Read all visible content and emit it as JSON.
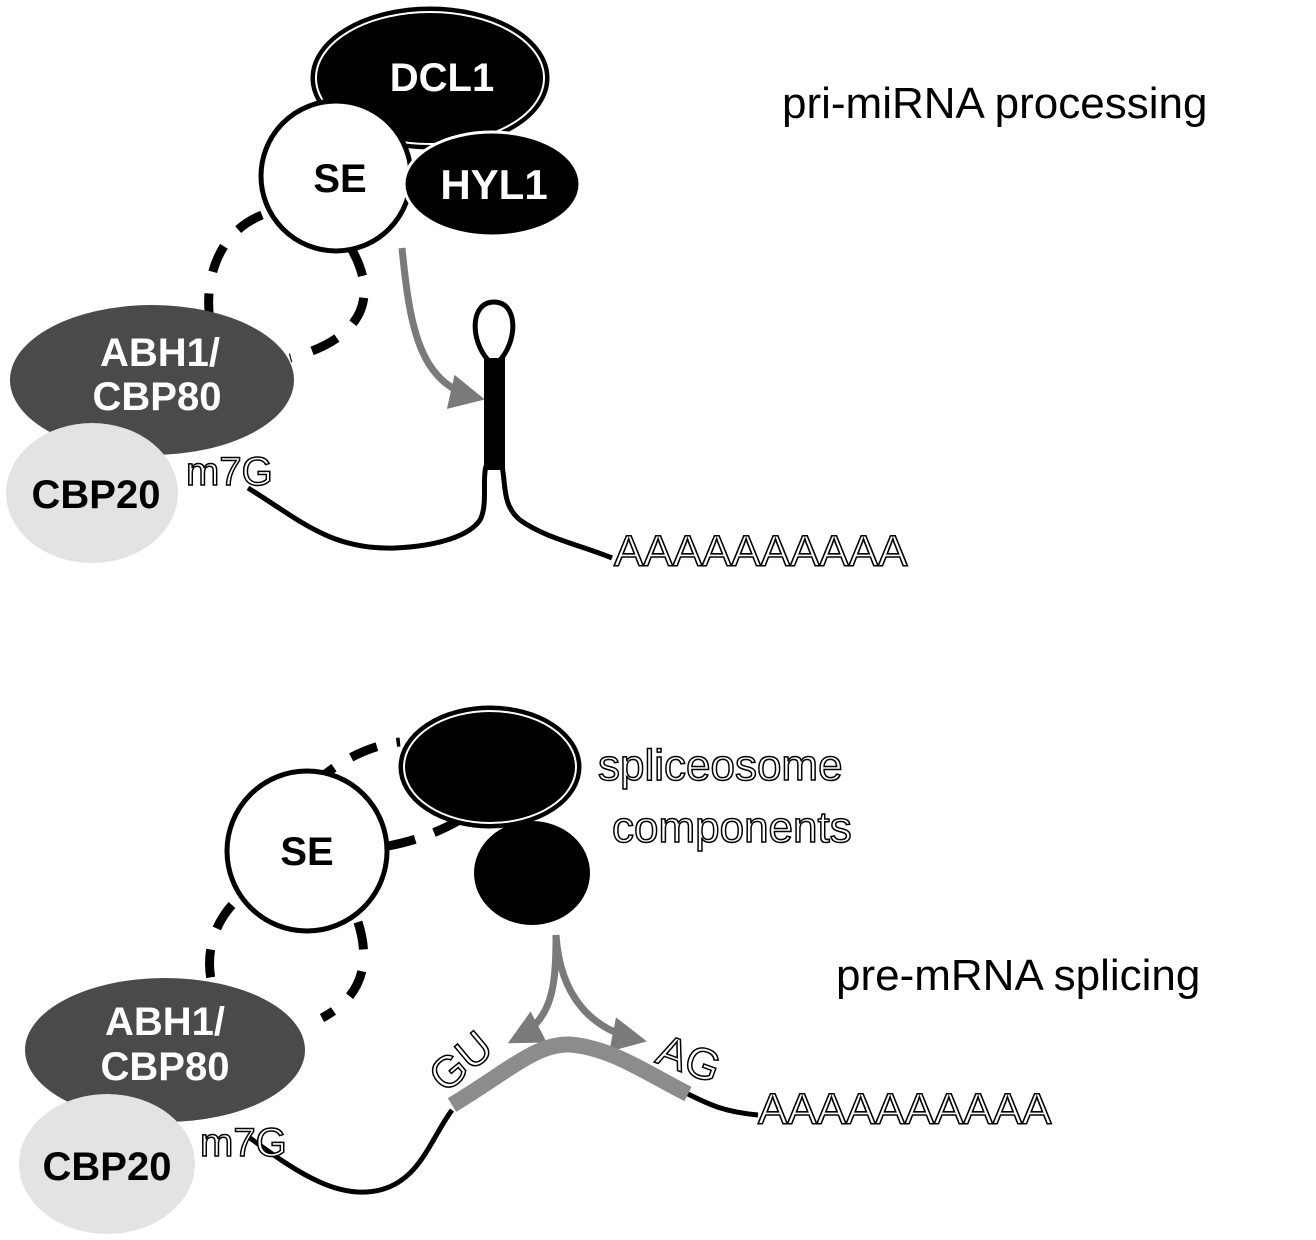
{
  "panels": [
    {
      "title": "pri-miRNA processing",
      "proteins": {
        "dcl1": "DCL1",
        "se": "SE",
        "hyl1": "HYL1",
        "abh1_line1": "ABH1/",
        "abh1_line2": "CBP80",
        "cbp20": "CBP20"
      },
      "cap": "m7G",
      "polyA": "AAAAAAAAAA"
    },
    {
      "title": "pre-mRNA splicing",
      "proteins": {
        "se": "SE",
        "abh1_line1": "ABH1/",
        "abh1_line2": "CBP80",
        "cbp20": "CBP20"
      },
      "spliceosome_label_line1": "spliceosome",
      "spliceosome_label_line2": "components",
      "splice_site_5": "GU",
      "splice_site_3": "AG",
      "cap": "m7G",
      "polyA": "AAAAAAAAAA"
    }
  ],
  "colors": {
    "black": "#000000",
    "dark_gray": "#4a4a4a",
    "light_gray": "#e3e3e3",
    "arrow_gray": "#7a7a7a",
    "intron_gray": "#8c8c8c",
    "white": "#ffffff"
  }
}
